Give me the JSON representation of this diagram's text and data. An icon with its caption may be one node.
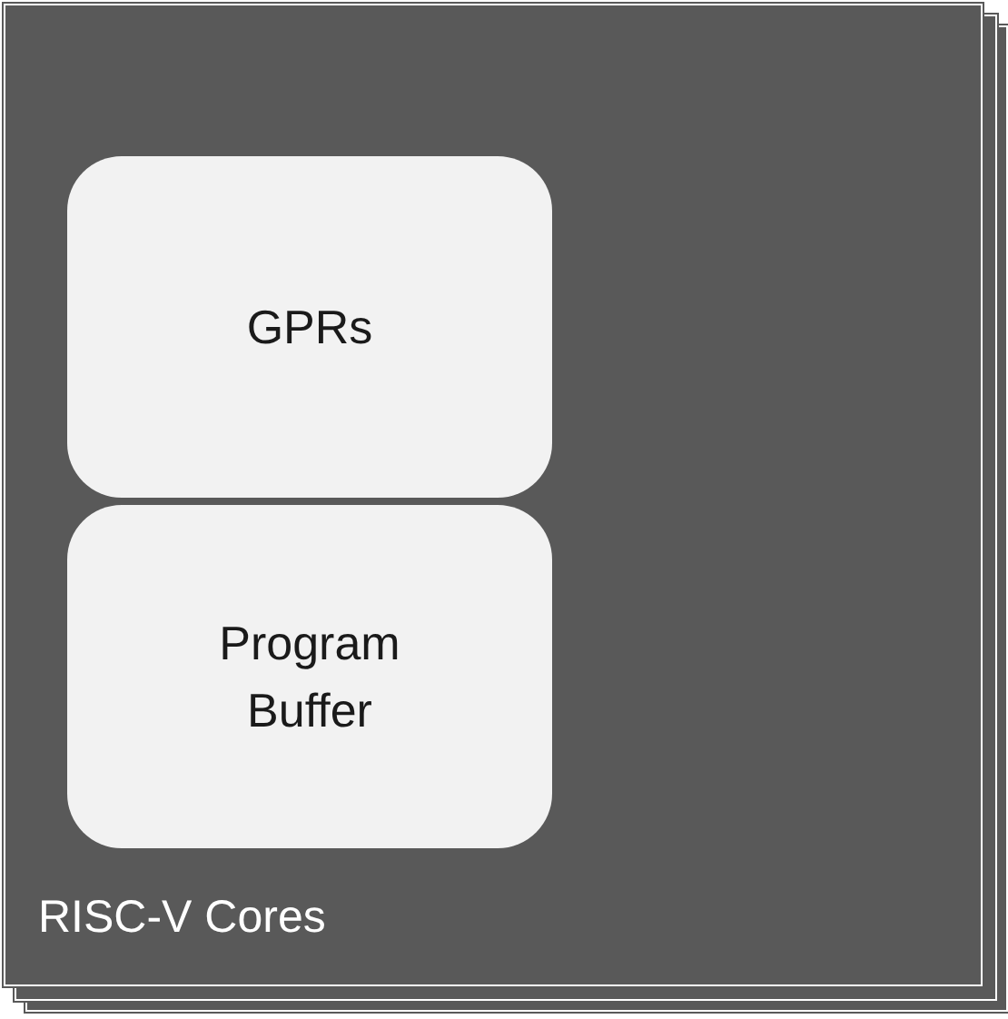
{
  "diagram": {
    "nodes": [
      {
        "text": [
          "RISC-V Cores"
        ]
      },
      {
        "text": [
          "GPRs"
        ],
        "in": 0
      },
      {
        "text": [
          "Program Buffer"
        ],
        "in": 0
      }
    ]
  }
}
